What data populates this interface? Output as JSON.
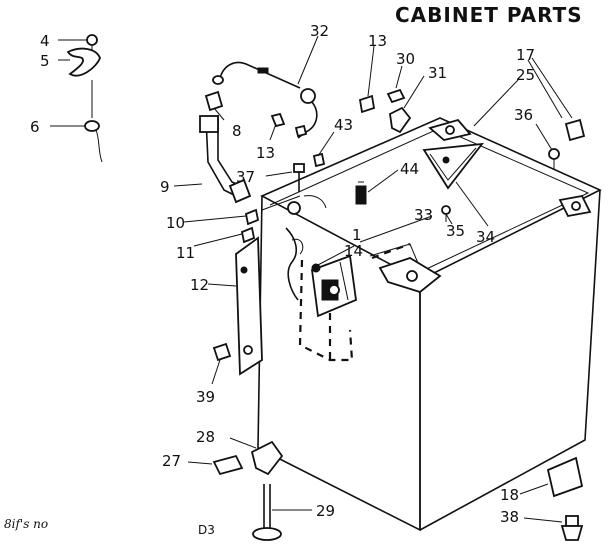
{
  "title": "CABINET PARTS",
  "footer": {
    "code": "D3",
    "handwritten": "8if's no"
  },
  "callouts": {
    "c4": "4",
    "c5": "5",
    "c6": "6",
    "c8": "8",
    "c9": "9",
    "c10": "10",
    "c11": "11",
    "c12": "12",
    "c13a": "13",
    "c13b": "13",
    "c14": "14",
    "c1": "1",
    "c17": "17",
    "c18": "18",
    "c25": "25",
    "c27": "27",
    "c28": "28",
    "c29": "29",
    "c30": "30",
    "c31": "31",
    "c32": "32",
    "c33": "33",
    "c34": "34",
    "c35": "35",
    "c36": "36",
    "c37": "37",
    "c38": "38",
    "c39": "39",
    "c43": "43",
    "c44": "44"
  }
}
